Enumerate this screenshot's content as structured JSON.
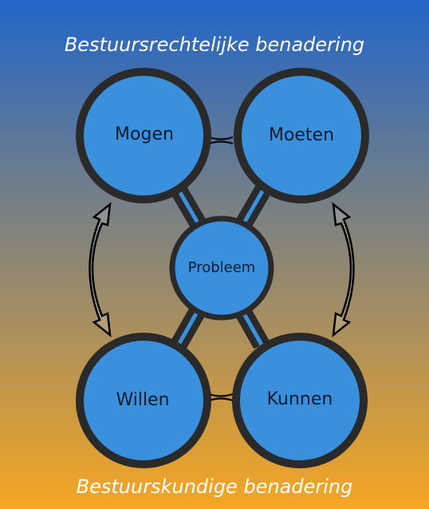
{
  "titles": {
    "top": "Bestuursrechtelijke benadering",
    "bottom": "Bestuurskundige benadering"
  },
  "nodes": {
    "mogen": "Mogen",
    "moeten": "Moeten",
    "probleem": "Probleem",
    "willen": "Willen",
    "kunnen": "Kunnen"
  },
  "colors": {
    "background_top": "#2266c8",
    "background_bottom": "#f5a623",
    "circle_fill": "#3a90dc",
    "circle_stroke": "#2a2a2a"
  }
}
